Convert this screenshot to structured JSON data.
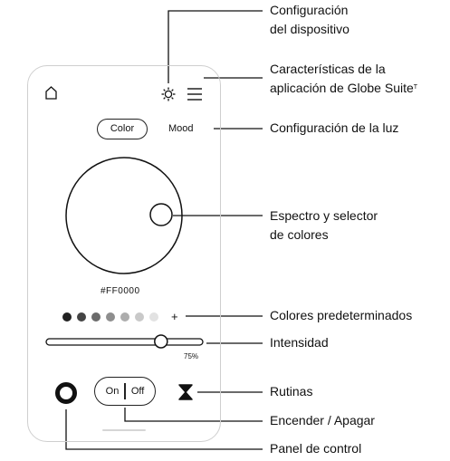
{
  "phone": {
    "color_label": "Color",
    "mood_label": "Mood",
    "hex_value": "#FF0000",
    "intensity_percent": "75%",
    "intensity_value": 0.75,
    "on_label": "On",
    "off_label": "Off",
    "preset_plus": "+",
    "preset_colors": [
      "#222222",
      "#444444",
      "#6b6b6b",
      "#8e8e8e",
      "#adadad",
      "#c9c9c9",
      "#e2e2e2"
    ],
    "icons": [
      "home-icon",
      "gear-icon",
      "menu-icon",
      "control-panel-ring-icon",
      "hourglass-icon"
    ]
  },
  "callouts": {
    "device_settings_line1": "Configuración",
    "device_settings_line2": "del dispositivo",
    "app_features_line1": "Características de la",
    "app_features_line2": "aplicación de Globe Suite",
    "app_features_superscript": "T",
    "light_settings": "Configuración de la luz",
    "spectrum_line1": "Espectro y selector",
    "spectrum_line2": "de colores",
    "preset_colors": "Colores predeterminados",
    "intensity": "Intensidad",
    "routines": "Rutinas",
    "on_off": "Encender / Apagar",
    "control_panel": "Panel de control"
  }
}
